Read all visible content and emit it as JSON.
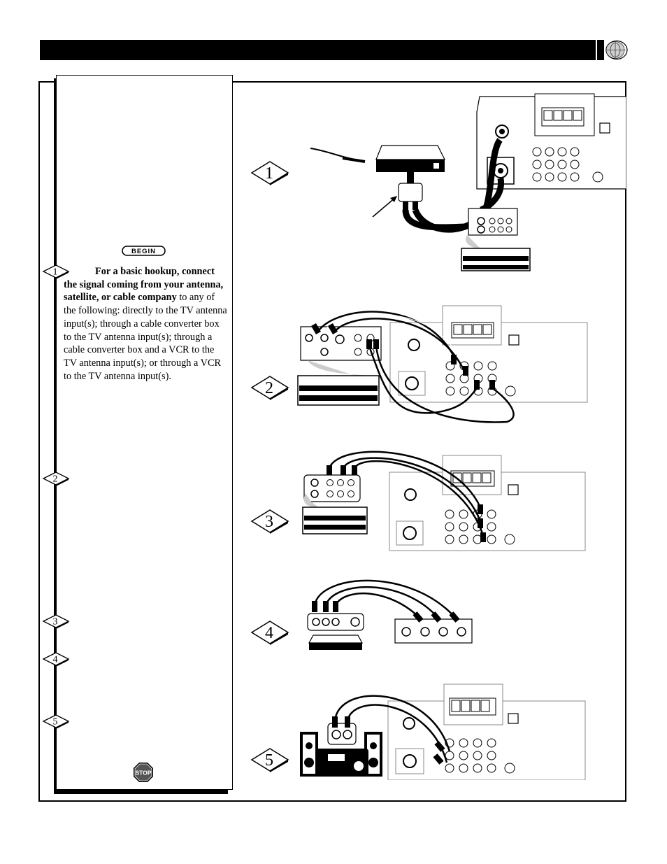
{
  "step_markers": [
    {
      "number": "1"
    },
    {
      "number": "2"
    },
    {
      "number": "3"
    },
    {
      "number": "4"
    },
    {
      "number": "5"
    }
  ],
  "instructions": {
    "step1_bold": "For a basic hookup, connect the signal coming from your antenna, satellite, or cable company",
    "step1_rest": " to any of the following:  directly to the TV antenna input(s); through a cable converter box to the TV antenna input(s); through a cable converter box and a VCR to the TV antenna input(s); or through a VCR to the TV antenna input(s)."
  },
  "badges": {
    "begin": "BEGIN",
    "stop": "STOP"
  },
  "diagram_badges": [
    {
      "number": "1"
    },
    {
      "number": "2"
    },
    {
      "number": "3"
    },
    {
      "number": "4"
    },
    {
      "number": "5"
    }
  ]
}
